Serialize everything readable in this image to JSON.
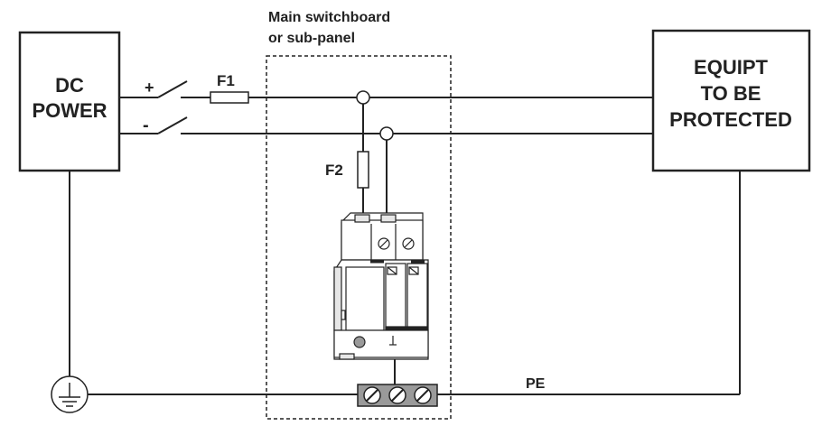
{
  "labels": {
    "dc_power_line1": "DC",
    "dc_power_line2": "POWER",
    "plus": "+",
    "minus": "-",
    "f1": "F1",
    "f2": "F2",
    "panel_line1": "Main switchboard",
    "panel_line2": "or sub-panel",
    "equipment_line1": "EQUIPT",
    "equipment_line2": "TO BE",
    "equipment_line3": "PROTECTED",
    "pe": "PE"
  },
  "colors": {
    "line": "#222222",
    "device_body": "#ffffff",
    "device_shade": "#e6e6e6",
    "terminal_fill": "#9a9a9a"
  }
}
